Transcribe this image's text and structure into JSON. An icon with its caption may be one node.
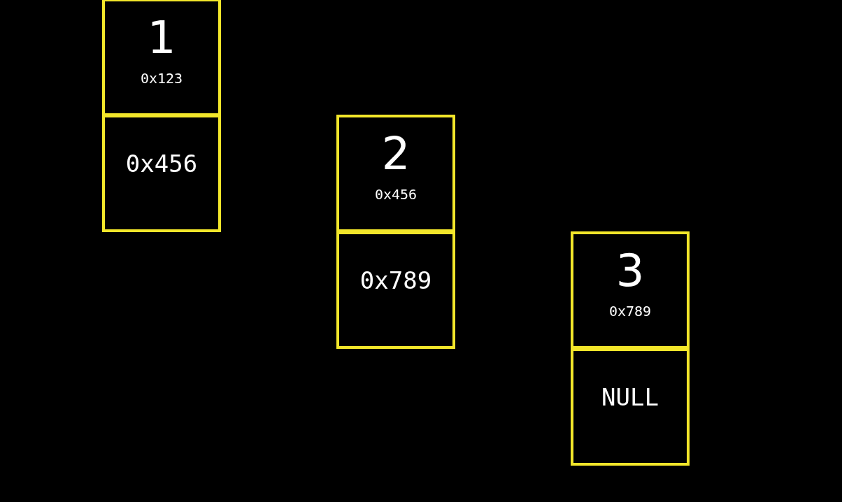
{
  "diagram": {
    "nodes": [
      {
        "text": [
          "1",
          "0x123"
        ]
      },
      {
        "text": [
          "0x456"
        ]
      },
      {
        "text": [
          "2",
          "0x456"
        ]
      },
      {
        "text": [
          "0x789"
        ]
      },
      {
        "text": [
          "3",
          "0x789"
        ]
      },
      {
        "text": [
          "NULL"
        ]
      }
    ]
  }
}
